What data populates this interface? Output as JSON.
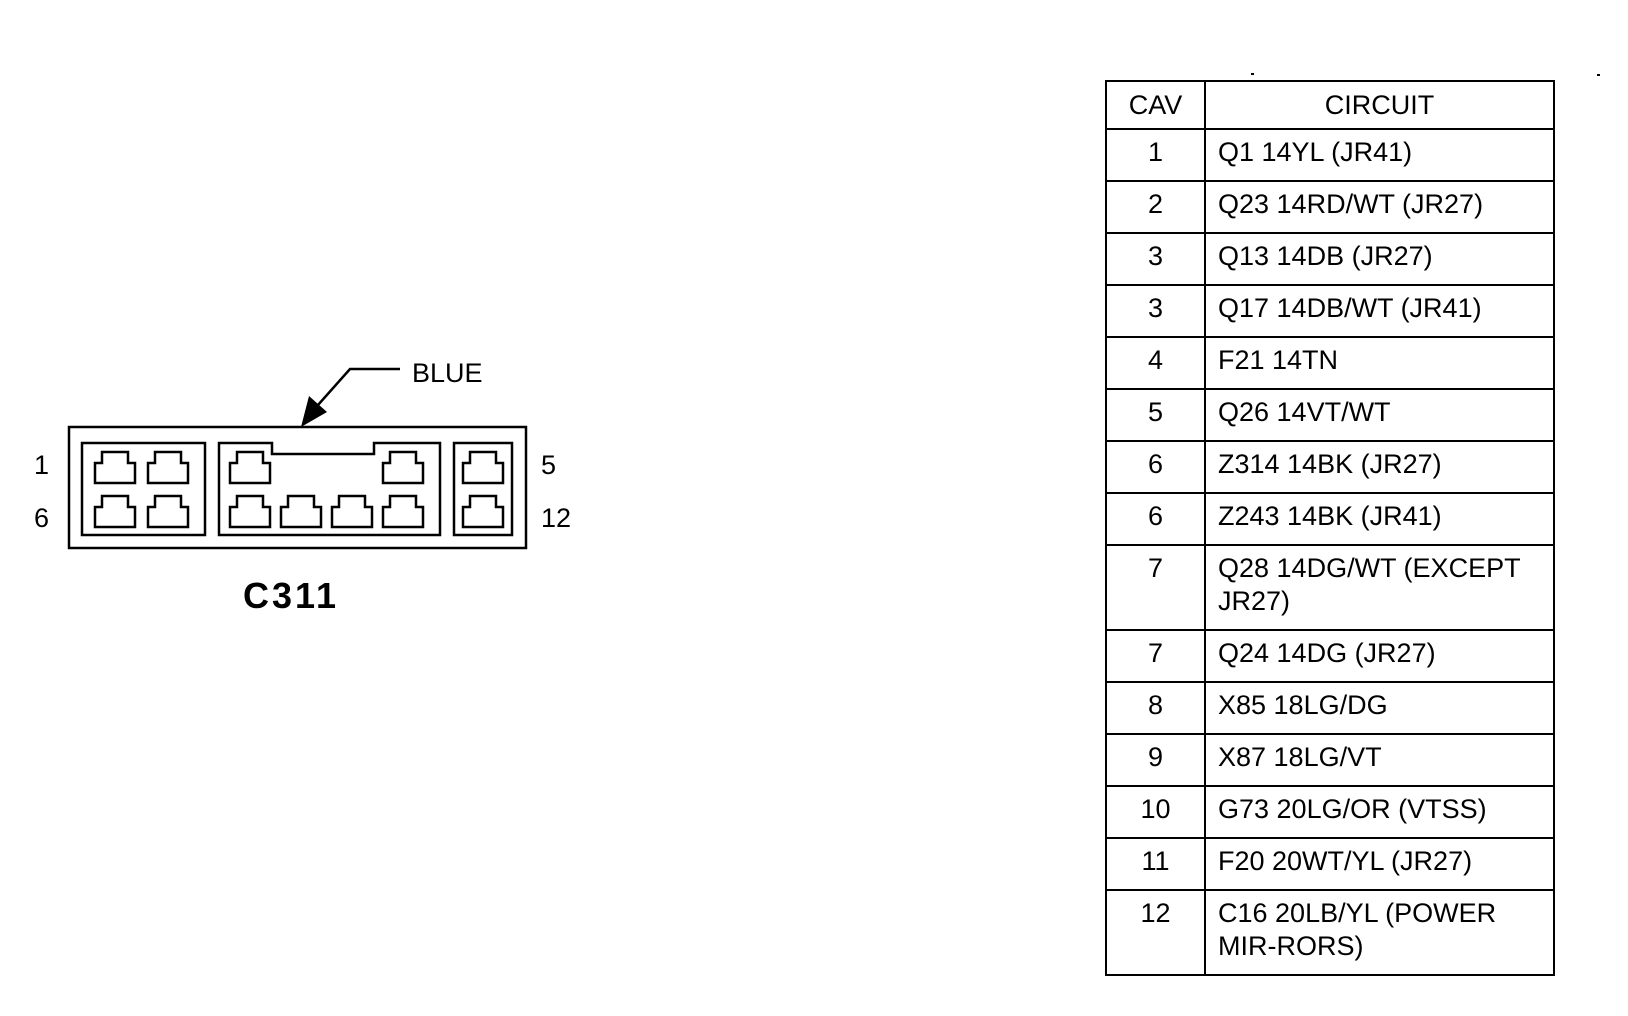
{
  "connector": {
    "name": "C311",
    "color_label": "BLUE",
    "pin_labels": {
      "top_left": "1",
      "bottom_left": "6",
      "top_right": "5",
      "bottom_right": "12"
    }
  },
  "table": {
    "headers": {
      "cav": "CAV",
      "circuit": "CIRCUIT"
    },
    "rows": [
      {
        "cav": "1",
        "circuit": "Q1 14YL (JR41)"
      },
      {
        "cav": "2",
        "circuit": "Q23 14RD/WT (JR27)"
      },
      {
        "cav": "3",
        "circuit": "Q13 14DB (JR27)"
      },
      {
        "cav": "3",
        "circuit": "Q17 14DB/WT (JR41)"
      },
      {
        "cav": "4",
        "circuit": "F21 14TN"
      },
      {
        "cav": "5",
        "circuit": "Q26 14VT/WT"
      },
      {
        "cav": "6",
        "circuit": "Z314 14BK (JR27)"
      },
      {
        "cav": "6",
        "circuit": "Z243 14BK (JR41)"
      },
      {
        "cav": "7",
        "circuit": "Q28 14DG/WT (EXCEPT JR27)"
      },
      {
        "cav": "7",
        "circuit": "Q24 14DG (JR27)"
      },
      {
        "cav": "8",
        "circuit": "X85 18LG/DG"
      },
      {
        "cav": "9",
        "circuit": "X87 18LG/VT"
      },
      {
        "cav": "10",
        "circuit": "G73 20LG/OR (VTSS)"
      },
      {
        "cav": "11",
        "circuit": "F20 20WT/YL (JR27)"
      },
      {
        "cav": "12",
        "circuit": "C16 20LB/YL (POWER MIR-RORS)"
      }
    ]
  }
}
